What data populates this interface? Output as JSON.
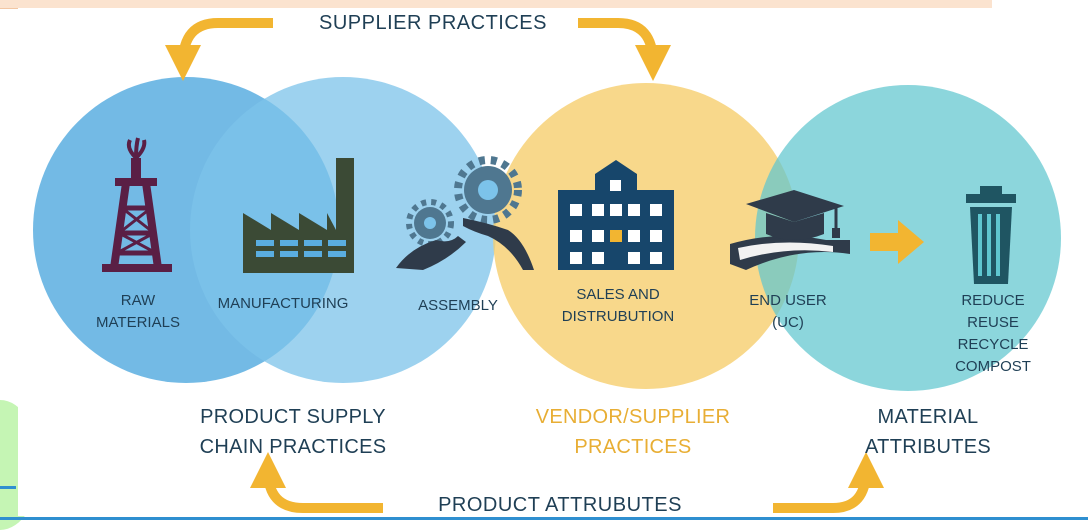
{
  "diagram": {
    "top_arrow_label": "SUPPLIER PRACTICES",
    "bottom_arrow_label": "PRODUCT ATTRUBUTES",
    "stages": [
      {
        "label": "RAW\nMATERIALS",
        "icon": "oil-derrick-icon"
      },
      {
        "label": "MANUFACTURING",
        "icon": "factory-icon"
      },
      {
        "label": "ASSEMBLY",
        "icon": "gears-hands-icon"
      },
      {
        "label": "SALES AND\nDISTRUBUTION",
        "icon": "building-icon"
      },
      {
        "label": "END USER\n(UC)",
        "icon": "graduation-cap-book-icon"
      },
      {
        "label": "REDUCE\nREUSE\nRECYCLE\nCOMPOST",
        "icon": "trash-bin-icon"
      }
    ],
    "groups": [
      {
        "label": "PRODUCT SUPPLY\nCHAIN PRACTICES",
        "color": "#1f3f55"
      },
      {
        "label": "VENDOR/SUPPLIER\nPRACTICES",
        "color": "#e8ae34"
      },
      {
        "label": "MATERIAL\nATTRIBUTES",
        "color": "#1f3f55"
      }
    ],
    "colors": {
      "blue_circle": "#5aaee0",
      "light_blue_circle": "#7cc3ea",
      "yellow_circle": "#f6cd6a",
      "teal_circle": "#5fc6cf",
      "arrow": "#f2b531",
      "icon_dark": "#2f3b4a",
      "icon_purple": "#5a1f45",
      "icon_green": "#3b4a35",
      "icon_navy": "#17466b",
      "icon_teal": "#1f5562"
    }
  }
}
